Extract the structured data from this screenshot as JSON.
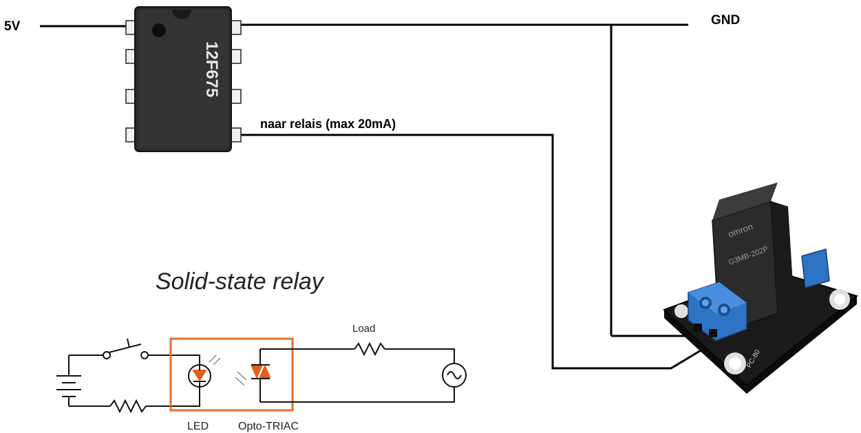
{
  "top_circuit": {
    "supply_label": "5V",
    "ground_label": "GND",
    "chip_label": "12F675",
    "output_label": "naar relais (max 20mA)"
  },
  "relay_module": {
    "relay_marking_1": "omron",
    "relay_marking_2": "G3MB-202P",
    "pcb_marking": "PC-80",
    "colors": {
      "relay_body": "#2b2b2b",
      "terminal": "#2e73c4",
      "pcb": "#1a1a1a"
    }
  },
  "ssr_schematic": {
    "title": "Solid-state relay",
    "load_label": "Load",
    "led_label": "LED",
    "triac_label": "Opto-TRIAC",
    "colors": {
      "highlight_box": "#e07030",
      "component_fill": "#e0601c",
      "wire": "#111111"
    }
  },
  "icons": [
    "ic-chip-icon",
    "relay-module-icon",
    "battery-icon",
    "switch-icon",
    "resistor-icon",
    "led-icon",
    "triac-icon",
    "ac-source-icon"
  ]
}
